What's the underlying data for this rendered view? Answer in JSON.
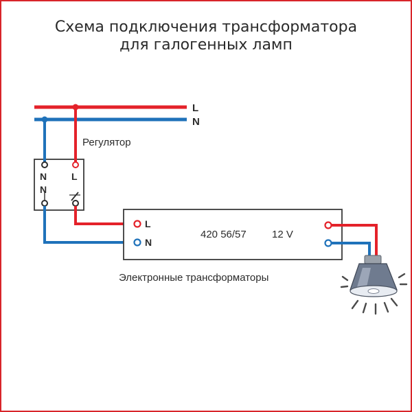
{
  "title": {
    "line1": "Схема подключения трансформатора",
    "line2": "для галогенных ламп"
  },
  "mains": {
    "line_label": "L",
    "neutral_label": "N"
  },
  "regulator": {
    "label": "Регулятор",
    "top_left": "N",
    "top_right": "L",
    "bottom_left": "N"
  },
  "transformer": {
    "input_l": "L",
    "input_n": "N",
    "model": "420 56/57",
    "voltage": "12 V",
    "caption": "Электронные трансформаторы"
  },
  "colors": {
    "live_wire": "#e4222a",
    "neutral_wire": "#1f72ba",
    "frame": "#d8252a",
    "outline": "#3a3a3a"
  },
  "icons": [
    "dimmer-switch-icon",
    "halogen-lamp-icon"
  ]
}
